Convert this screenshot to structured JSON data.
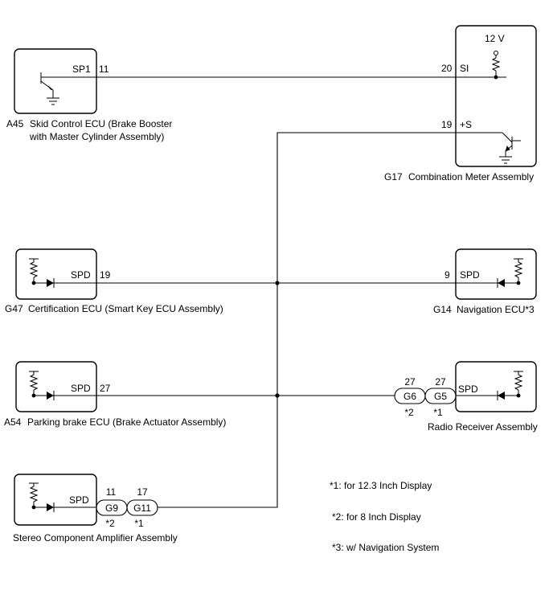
{
  "components": {
    "a45": {
      "code": "A45",
      "name_line1": "Skid Control ECU (Brake Booster",
      "name_line2": "with Master Cylinder Assembly)",
      "pin_name": "SP1",
      "pin_no": "11"
    },
    "g17": {
      "code": "G17",
      "name": "Combination Meter Assembly",
      "voltage": "12 V",
      "pin_si_no": "20",
      "pin_si_name": "SI",
      "pin_s_no": "19",
      "pin_s_name": "+S"
    },
    "g47": {
      "code": "G47",
      "name": "Certification ECU (Smart Key ECU Assembly)",
      "pin_name": "SPD",
      "pin_no": "19"
    },
    "g14": {
      "code": "G14",
      "name": "Navigation ECU*3",
      "pin_name": "SPD",
      "pin_no": "9"
    },
    "a54": {
      "code": "A54",
      "name": "Parking brake ECU (Brake Actuator Assembly)",
      "pin_name": "SPD",
      "pin_no": "27"
    },
    "radio": {
      "name": "Radio Receiver Assembly",
      "pin_name": "SPD"
    },
    "stereo": {
      "name": "Stereo Component Amplifier Assembly",
      "pin_name": "SPD"
    }
  },
  "connectors": {
    "g6": {
      "label": "G6",
      "pin": "27",
      "note": "*2"
    },
    "g5": {
      "label": "G5",
      "pin": "27",
      "note": "*1"
    },
    "g9": {
      "label": "G9",
      "pin": "11",
      "note": "*2"
    },
    "g11": {
      "label": "G11",
      "pin": "17",
      "note": "*1"
    }
  },
  "notes": [
    "*1: for 12.3 Inch Display",
    "*2: for 8 Inch Display",
    "*3: w/ Navigation System"
  ]
}
